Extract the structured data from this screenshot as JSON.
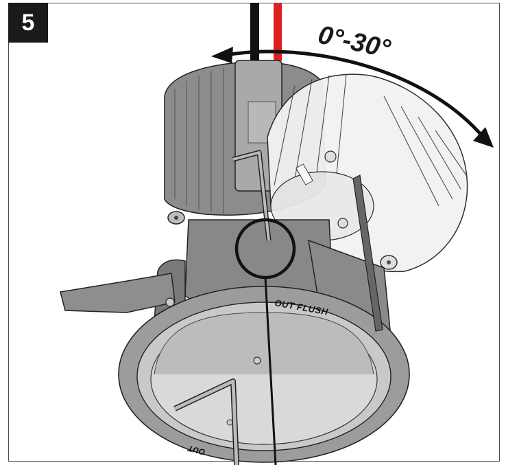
{
  "step": {
    "number": "5"
  },
  "rotation": {
    "label": "0°-30°"
  },
  "ring_labels": {
    "out_flush": "OUT FLUSH",
    "out": "OUT"
  },
  "colors": {
    "badge": "#1a1a1a",
    "wire_red": "#e02020",
    "wire_black": "#111111",
    "housing": "#9a9a9a",
    "housing_dark": "#6e6e6e",
    "ghost": "#f2f2f2"
  }
}
